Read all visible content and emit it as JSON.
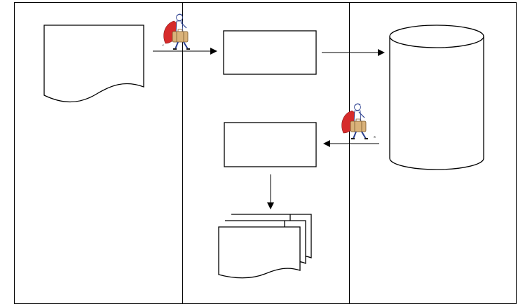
{
  "diagram": {
    "swimlanes": 3,
    "nodes": [
      {
        "id": "source-document",
        "shape": "document"
      },
      {
        "id": "process-upper",
        "shape": "rectangle"
      },
      {
        "id": "database",
        "shape": "cylinder"
      },
      {
        "id": "process-lower",
        "shape": "rectangle"
      },
      {
        "id": "output-documents",
        "shape": "multi-document"
      }
    ],
    "edges": [
      {
        "from": "source-document",
        "to": "process-upper",
        "carrier": "courier-with-suitcase"
      },
      {
        "from": "process-upper",
        "to": "database"
      },
      {
        "from": "database",
        "to": "process-lower",
        "carrier": "courier-with-suitcase"
      },
      {
        "from": "process-lower",
        "to": "output-documents"
      }
    ],
    "icons": [
      "courier-with-suitcase-icon",
      "courier-with-suitcase-icon"
    ],
    "colors": {
      "stroke": "#000000",
      "background": "#ffffff",
      "cape": "#d62b2b",
      "suitcase": "#d9b27a",
      "suit": "#2a3f8f"
    }
  }
}
